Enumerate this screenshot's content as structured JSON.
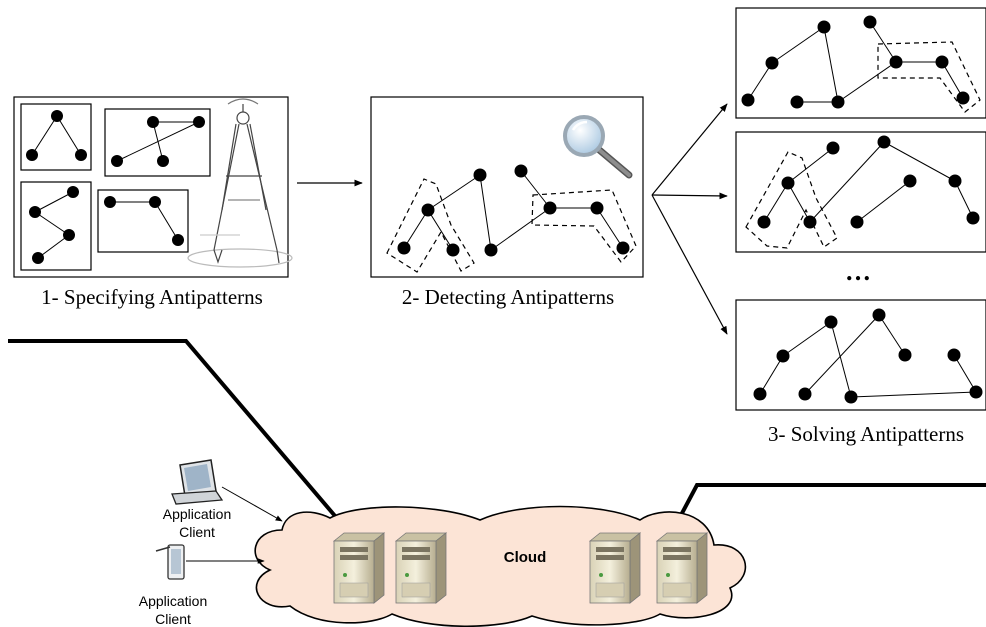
{
  "steps": {
    "step1": "1- Specifying Antipatterns",
    "step2": "2- Detecting Antipatterns",
    "step3": "3- Solving Antipatterns"
  },
  "ellipsis": "…",
  "cloud": {
    "label": "Cloud",
    "fill": "#fce4d6"
  },
  "clients": {
    "laptop": [
      "Application",
      "Client"
    ],
    "tablet": [
      "Application",
      "Client"
    ]
  },
  "icons": {
    "magnifier": "magnifying-glass-icon",
    "compass": "drawing-compass-icon",
    "laptop": "laptop-icon",
    "tablet": "tablet-icon",
    "server": "server-tower-icon"
  }
}
